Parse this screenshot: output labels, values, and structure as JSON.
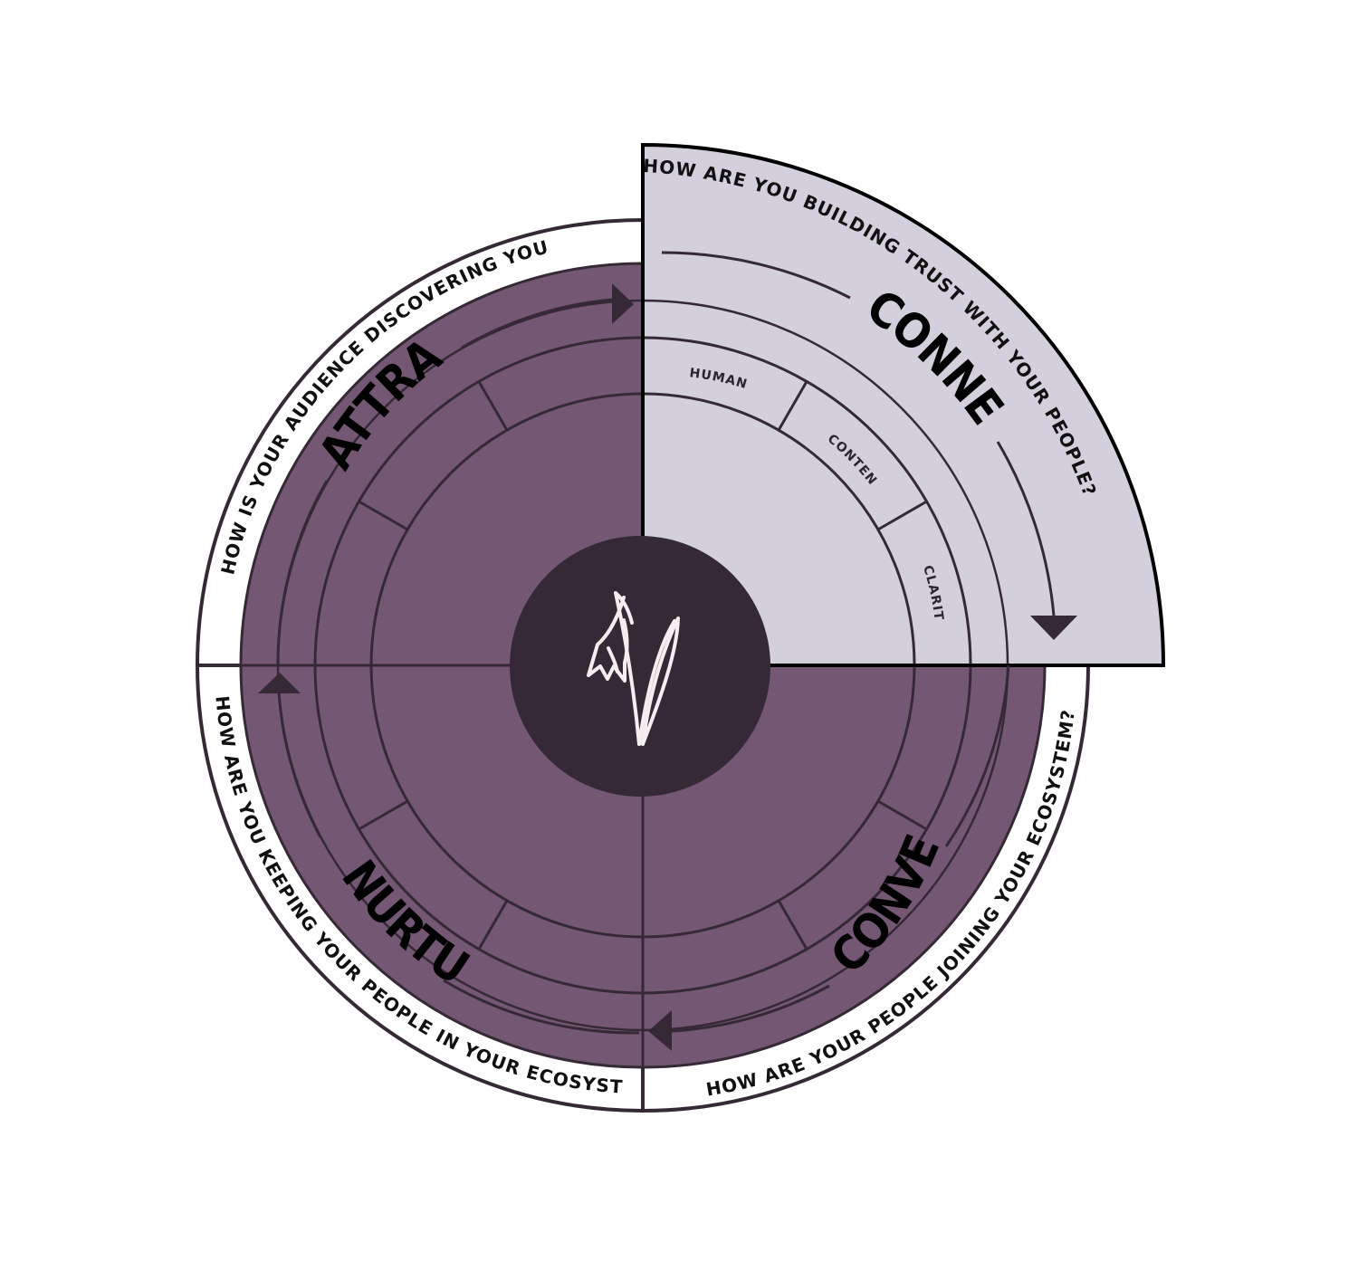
{
  "colors": {
    "background": "#ffffff",
    "segment_dark": "#745873",
    "segment_highlight": "#d4cfdc",
    "center": "#352936",
    "line": "#352936",
    "logo": "#f4eef0"
  },
  "center": {
    "logo": "snowdrop-flower-icon"
  },
  "segments": {
    "connect": {
      "stage": "CONNECT",
      "question": "HOW ARE YOU BUILDING TRUST WITH YOUR PEOPLE?",
      "pillars": [
        "HUMAN",
        "CONTENT",
        "CLARITY"
      ]
    },
    "convert": {
      "stage": "CONVERT",
      "question": "HOW ARE YOUR PEOPLE JOINING YOUR ECOSYSTEM?"
    },
    "nurture": {
      "stage": "NURTURE",
      "question": "HOW ARE YOU KEEPING YOUR PEOPLE IN YOUR ECOSYSTEM?"
    },
    "attract": {
      "stage": "ATTRACT",
      "question": "HOW IS YOUR AUDIENCE DISCOVERING YOU?"
    }
  }
}
